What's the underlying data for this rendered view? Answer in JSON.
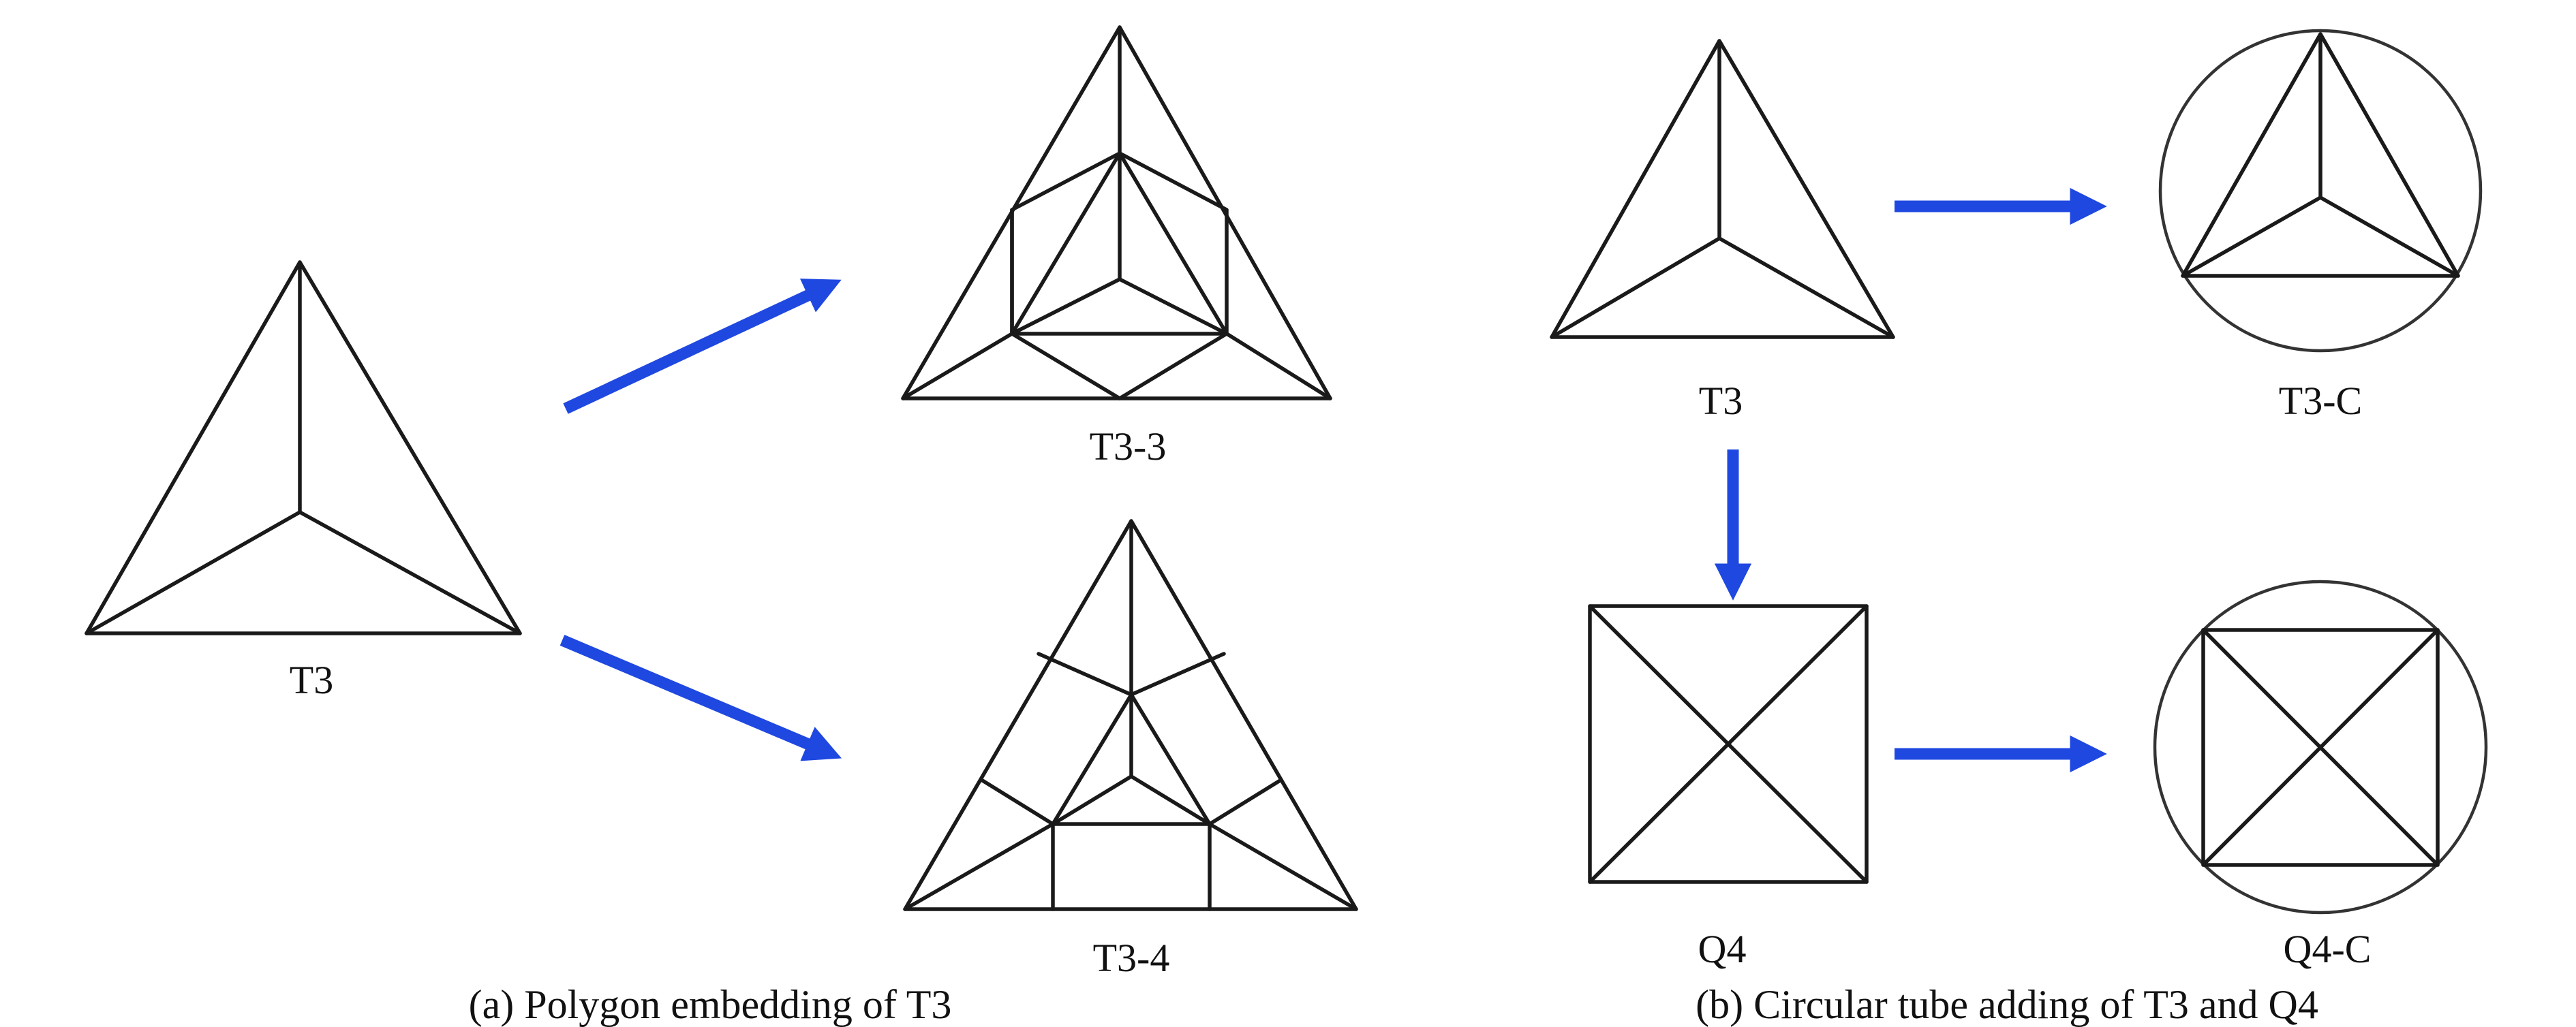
{
  "colors": {
    "line": "#1a1a1a",
    "arrow": "#1f48e0",
    "background": "#ffffff"
  },
  "panel_a": {
    "caption": "(a) Polygon embedding of T3",
    "source_label": "T3",
    "result_top_label": "T3-3",
    "result_bottom_label": "T3-4"
  },
  "panel_b": {
    "caption": "(b) Circular tube adding of T3 and Q4",
    "t3_label": "T3",
    "t3c_label": "T3-C",
    "q4_label": "Q4",
    "q4c_label": "Q4-C"
  }
}
